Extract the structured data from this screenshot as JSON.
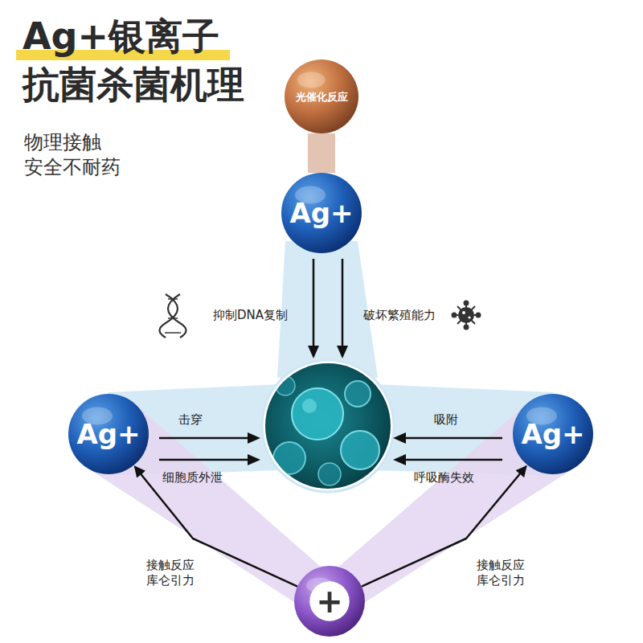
{
  "diagram": {
    "title": "Ag+银离子 抗菌杀菌机理",
    "nodes": [
      {
        "text": [
          "光催化反应"
        ]
      },
      {
        "text": [
          "Ag+"
        ]
      },
      {
        "text": [
          "Ag+"
        ]
      },
      {
        "text": [
          "Ag+"
        ]
      },
      {
        "text": [
          "+"
        ]
      }
    ],
    "edges": [
      {
        "from": 0,
        "to": 1,
        "arrow": "none"
      },
      {
        "from": 4,
        "to": 2,
        "label": "接触反应 库仑引力",
        "arrow": "to"
      },
      {
        "from": 4,
        "to": 3,
        "label": "接触反应 库仑引力",
        "arrow": "to"
      }
    ],
    "labels": [
      "物理接触 安全不耐药",
      "抑制DNA复制",
      "破坏繁殖能力",
      "击穿",
      "细胞质外泄",
      "吸附",
      "呼吸酶失效"
    ]
  }
}
